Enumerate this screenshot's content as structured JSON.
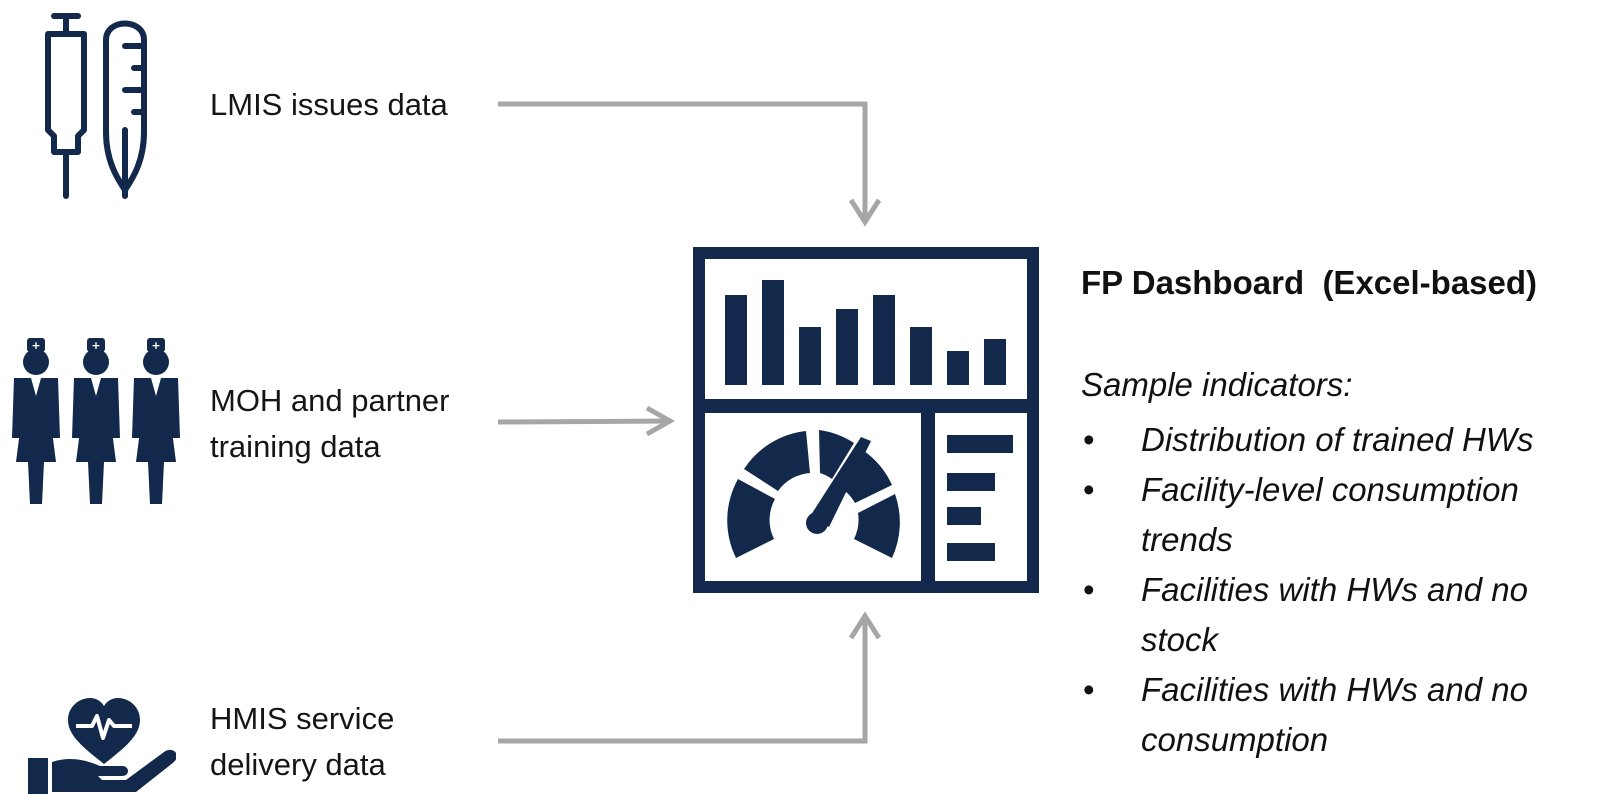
{
  "colors": {
    "navy": "#13294B",
    "arrow": "#A6A6A6",
    "text": "#151515"
  },
  "sources": [
    {
      "label_lines": [
        "LMIS issues data"
      ],
      "icon": "syringe-thermometer-icon"
    },
    {
      "label_lines": [
        "MOH and partner",
        "training data"
      ],
      "icon": "health-workers-icon"
    },
    {
      "label_lines": [
        "HMIS service",
        "delivery data"
      ],
      "icon": "heart-hand-icon"
    }
  ],
  "dashboard": {
    "icon": "dashboard-icon",
    "title": "FP Dashboard  (Excel-based)",
    "subtitle": "Sample indicators:",
    "bullet_glyph": "•",
    "indicators": [
      "Distribution of trained HWs",
      "Facility-level consumption trends",
      "Facilities with HWs and no stock",
      "Facilities with HWs and no consumption"
    ]
  }
}
